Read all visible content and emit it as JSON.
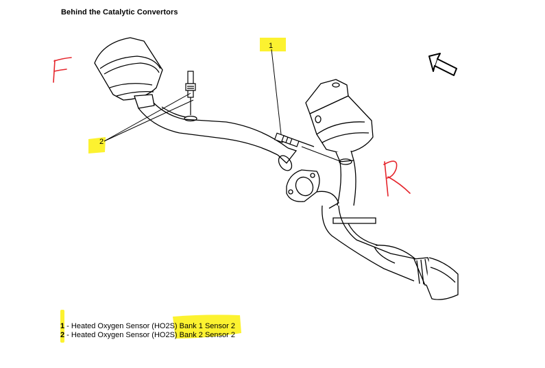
{
  "title": "Behind the Catalytic Convertors",
  "handwritten": {
    "front": "F",
    "rear": "R"
  },
  "callouts": {
    "c1": "1",
    "c2": "2"
  },
  "legend": [
    {
      "num": "1",
      "sep": " - ",
      "text": "Heated Oxygen Sensor (HO2S)",
      "highlight": " Bank 1 Sensor 2"
    },
    {
      "num": "2",
      "sep": " - ",
      "text": "Heated Oxygen Sensor (HO2S)",
      "highlight": " Bank 2 Sensor 2"
    }
  ],
  "colors": {
    "highlight": "#fcf230",
    "annotation": "#e5242b",
    "line": "#000000"
  },
  "icons": {
    "direction_arrow": "arrow-icon"
  }
}
